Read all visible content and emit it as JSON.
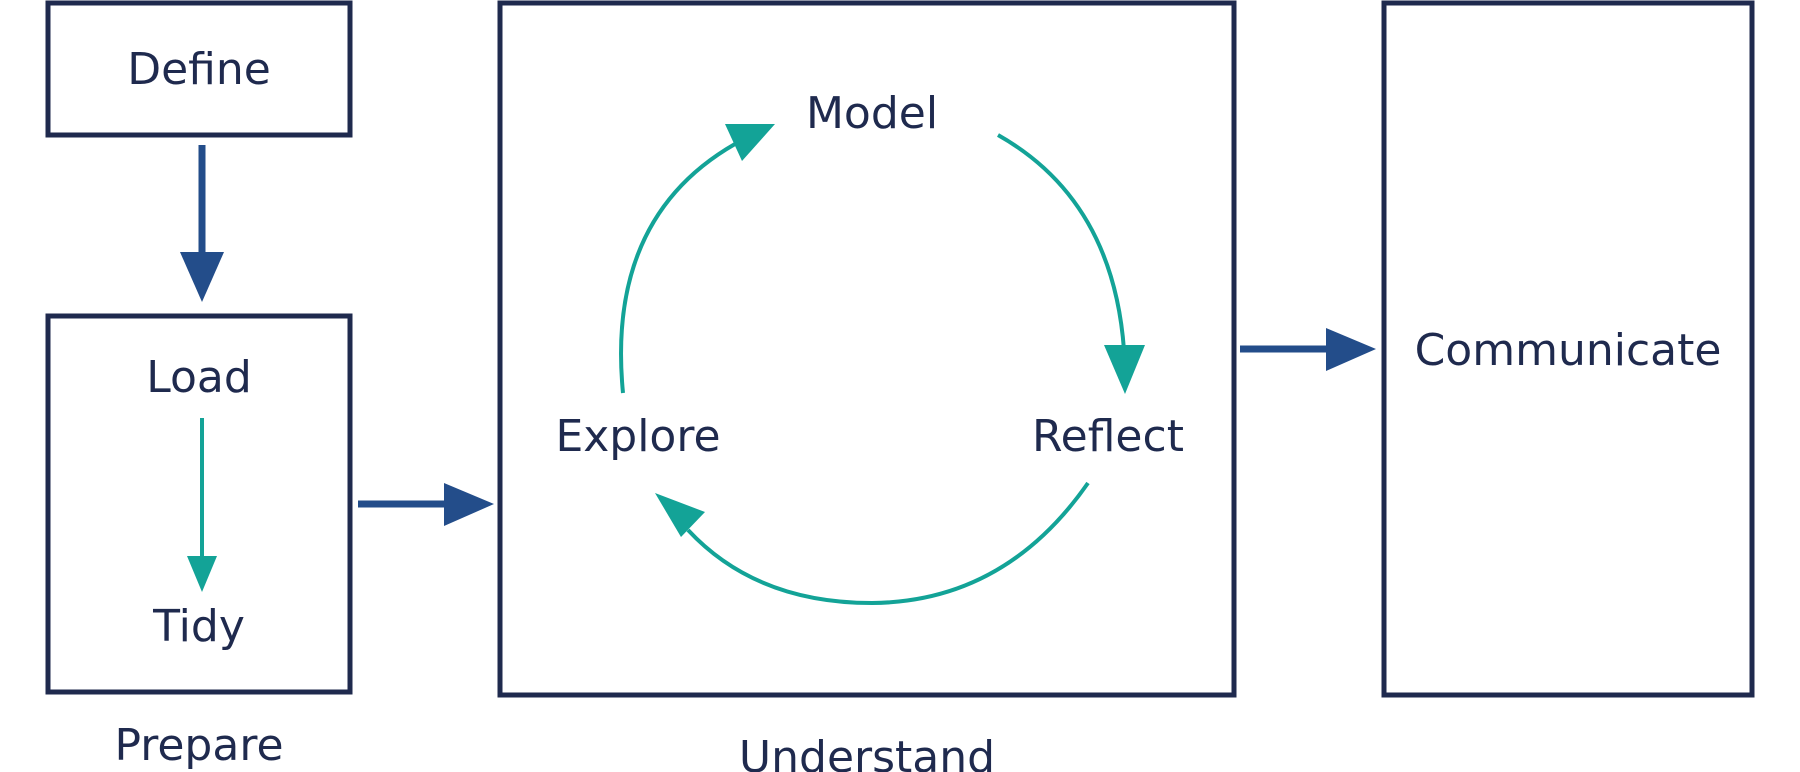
{
  "boxes": {
    "define": "Define",
    "load": "Load",
    "tidy": "Tidy",
    "communicate": "Communicate"
  },
  "cycle": {
    "model": "Model",
    "reflect": "Reflect",
    "explore": "Explore"
  },
  "groups": {
    "prepare": "Prepare",
    "understand": "Understand"
  },
  "colors": {
    "navy": "#1f2a4e",
    "blue_arrow": "#234d8a",
    "teal": "#13a397"
  }
}
